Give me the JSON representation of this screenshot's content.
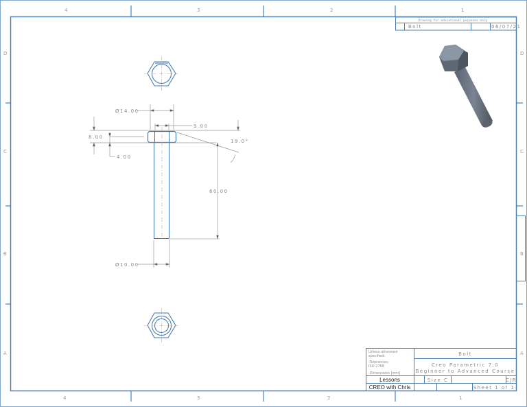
{
  "sheet": {
    "zones_top": [
      "4",
      "3",
      "2",
      "1"
    ],
    "zones_bottom": [
      "4",
      "3",
      "2",
      "1"
    ],
    "zones_side": [
      "D",
      "C",
      "B",
      "A"
    ]
  },
  "header_block": {
    "note": "Drawing for educational purposes only",
    "part_name": "Bolt",
    "date": "06/07/21"
  },
  "dimensions": {
    "head_diameter": "Ø14.00",
    "head_flat": "9.00",
    "head_height": "8.00",
    "chamfer_height": "4.00",
    "chamfer_angle": "19.0°",
    "shank_length": "60.00",
    "shank_diameter": "Ø10.00"
  },
  "title_block": {
    "notes": [
      "Unless otherwise",
      "specified:",
      "-Tolerances:",
      "ISO 2768",
      "-Dimensions [mm]"
    ],
    "lessons": "Lessons",
    "author": "CREO with Chris",
    "title": "Bolt",
    "course_line1": "Creo Parametric 7.0",
    "course_line2": "Beginner to Advanced Course",
    "size": "Size C",
    "drawn_by": "CJR",
    "sheet": "Sheet 1 of 1"
  },
  "colors": {
    "border": "#4a7fb5",
    "geometry": "#3d74ad",
    "dim_line": "#999999"
  }
}
